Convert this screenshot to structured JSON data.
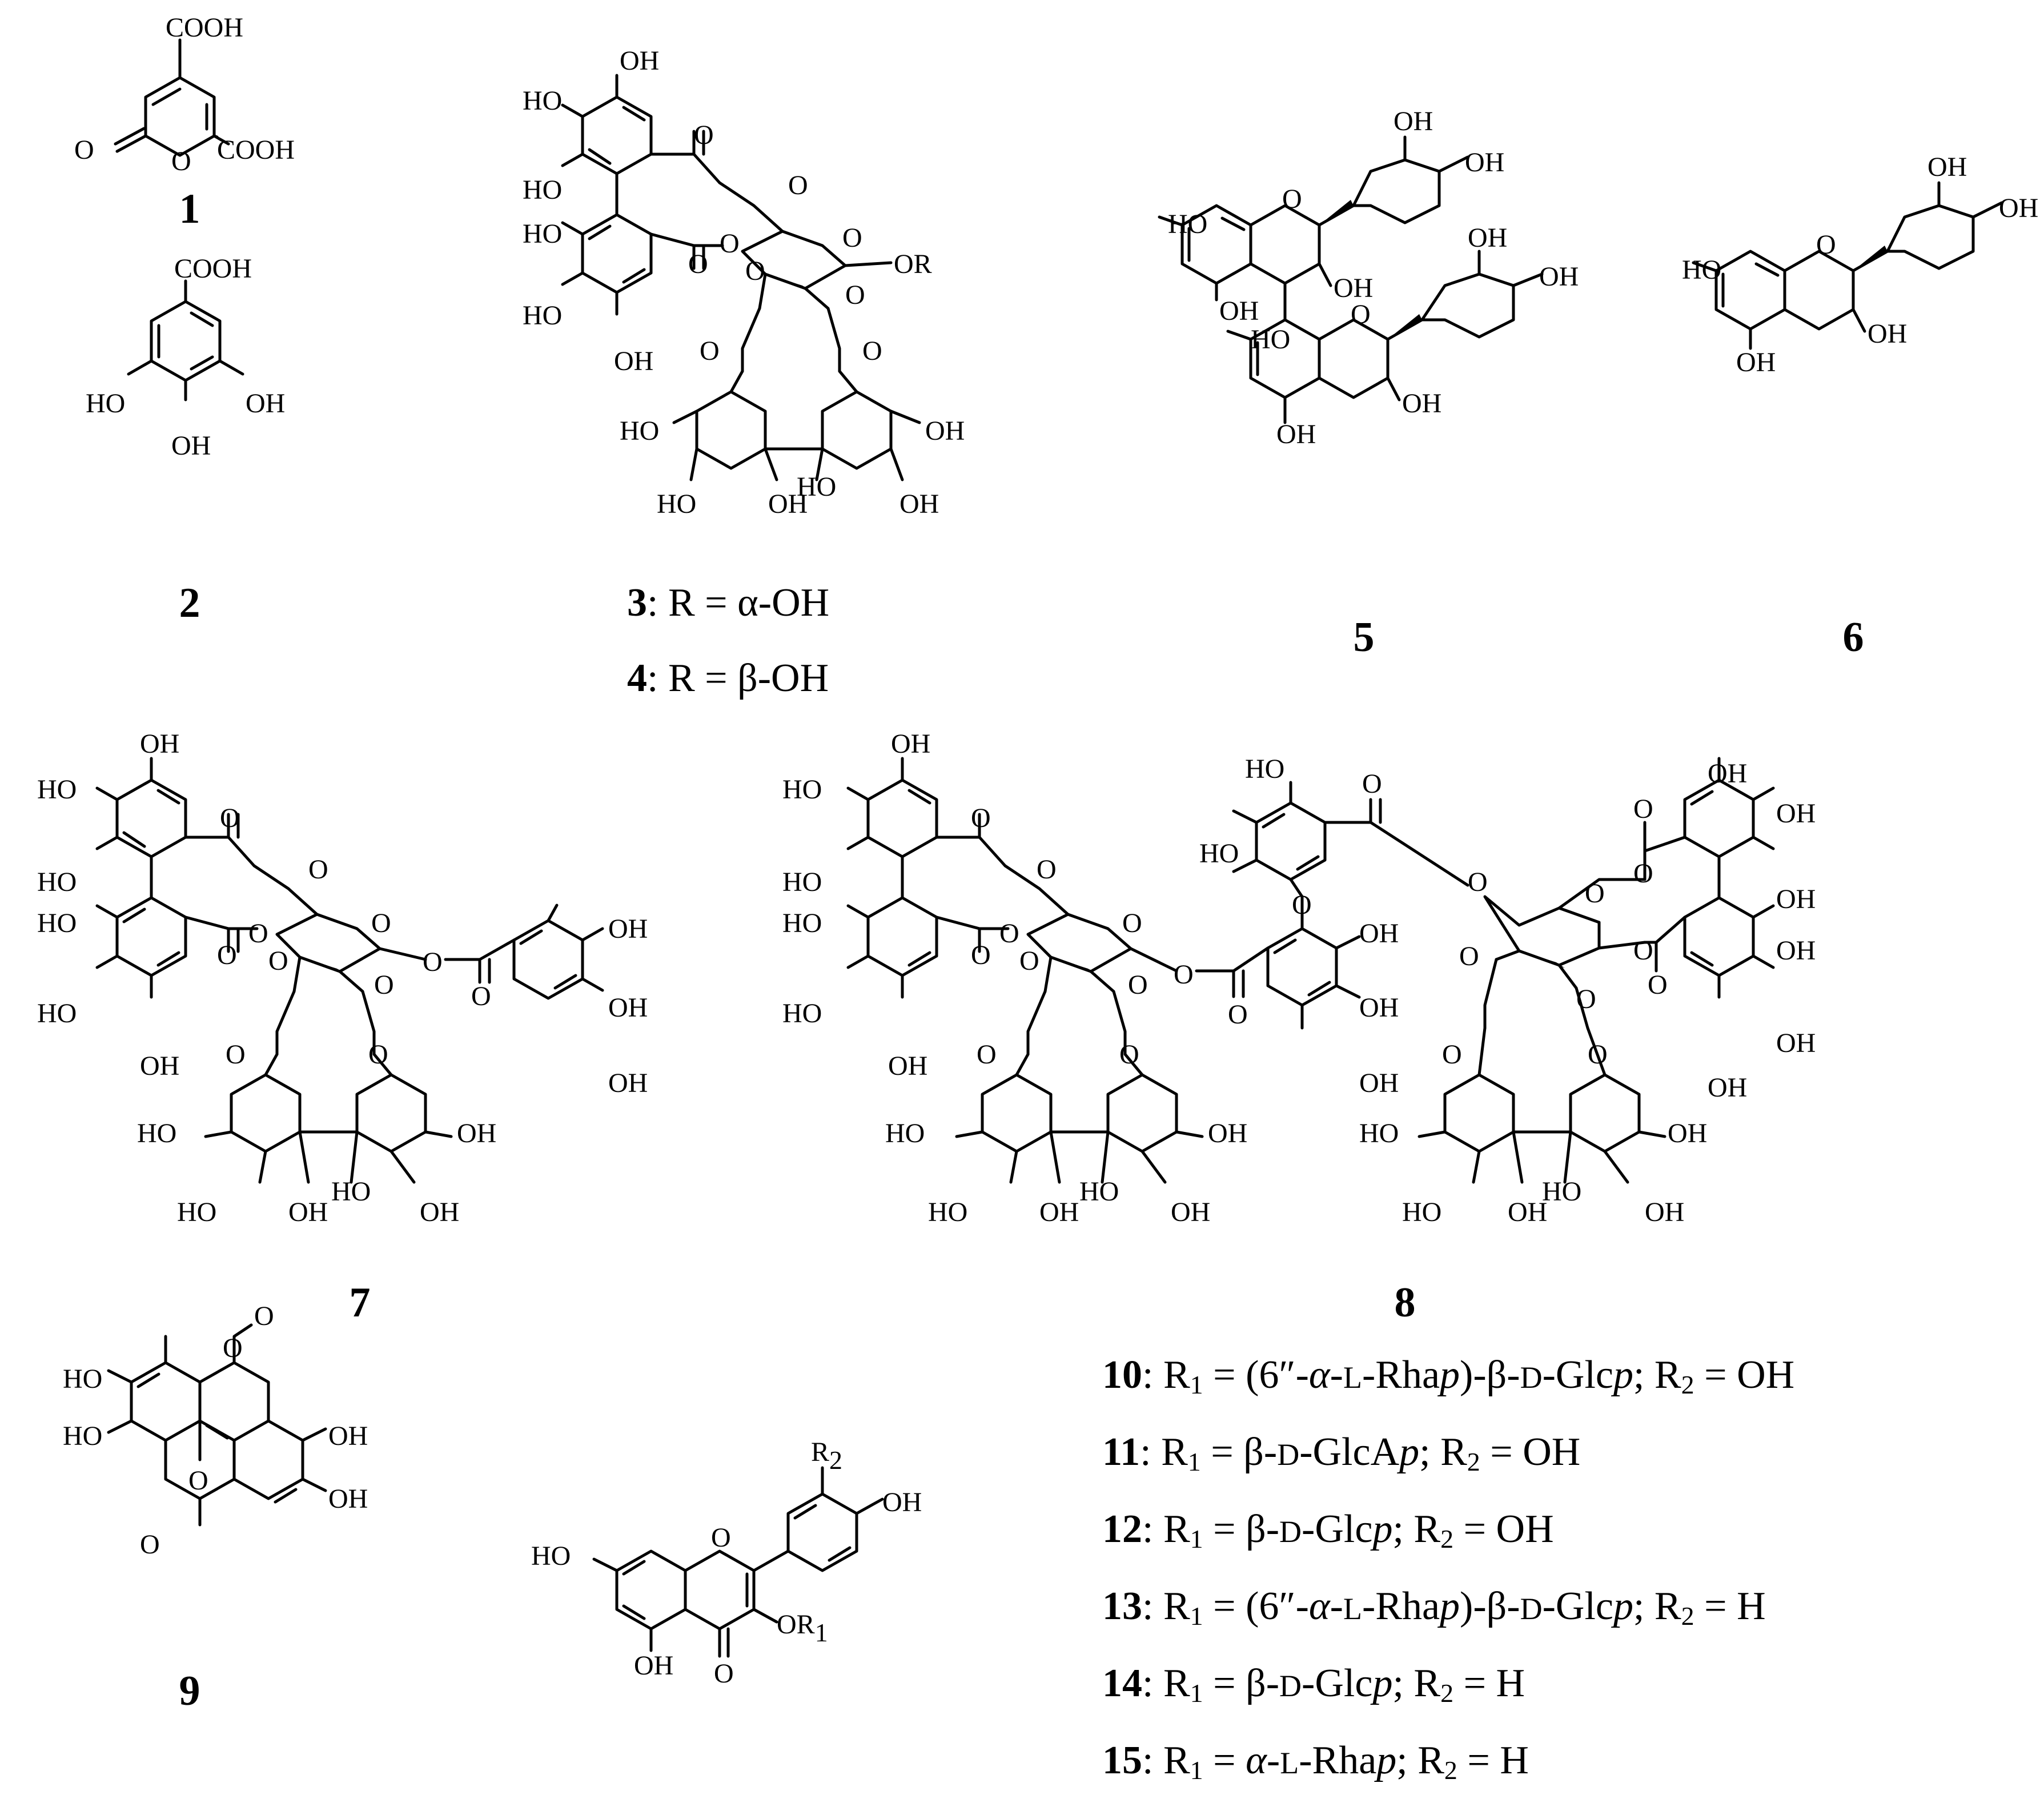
{
  "labels": {
    "COOH": "COOH",
    "OH": "OH",
    "HO": "HO",
    "O": "O",
    "OR": "OR",
    "OR1": "OR",
    "R2": "R"
  },
  "compound_ids": [
    "1",
    "2",
    "3",
    "4",
    "5",
    "6",
    "7",
    "8",
    "9"
  ],
  "captions": {
    "c3": {
      "num": "3",
      "rest": ": R = α-OH"
    },
    "c4": {
      "num": "4",
      "rest": ": R = β-OH"
    },
    "c10": {
      "num": "10",
      "p1": ": R",
      "s1": "1",
      "p2": " = (6″-",
      "a1": "α",
      "p3": "-",
      "sc1": "L",
      "p4": "-Rha",
      "it1": "p",
      "p5": ")-β-",
      "sc2": "D",
      "p6": "-Glc",
      "it2": "p",
      "p7": "; R",
      "s2": "2",
      "p8": " = OH"
    },
    "c11": {
      "num": "11",
      "p1": ": R",
      "s1": "1",
      "p2": " = β-",
      "sc1": "D",
      "p3": "-GlcA",
      "it1": "p",
      "p4": "; R",
      "s2": "2",
      "p5": " = OH"
    },
    "c12": {
      "num": "12",
      "p1": ": R",
      "s1": "1",
      "p2": " = β-",
      "sc1": "D",
      "p3": "-Glc",
      "it1": "p",
      "p4": "; R",
      "s2": "2",
      "p5": " = OH"
    },
    "c13": {
      "num": "13",
      "p1": ": R",
      "s1": "1",
      "p2": " = (6″-",
      "a1": "α",
      "p3": "-",
      "sc1": "L",
      "p4": "-Rha",
      "it1": "p",
      "p5": ")-β-",
      "sc2": "D",
      "p6": "-Glc",
      "it2": "p",
      "p7": "; R",
      "s2": "2",
      "p8": " = H"
    },
    "c14": {
      "num": "14",
      "p1": ": R",
      "s1": "1",
      "p2": " = β-",
      "sc1": "D",
      "p3": "-Glc",
      "it1": "p",
      "p4": "; R",
      "s2": "2",
      "p5": " = H"
    },
    "c15": {
      "num": "15",
      "p1": ": R",
      "s1": "1",
      "p2": " = ",
      "a1": "α",
      "p3": "-",
      "sc1": "L",
      "p4": "-Rha",
      "it1": "p",
      "p5": "; R",
      "s2": "2",
      "p6": " = H"
    }
  }
}
